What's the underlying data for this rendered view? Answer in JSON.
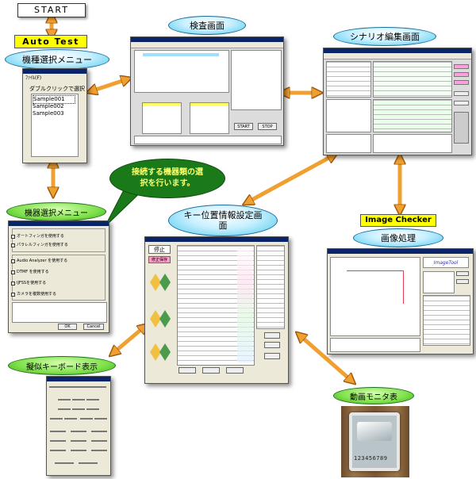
{
  "start_label": "START",
  "auto_test_label": "Auto Test",
  "model_menu_top_label": "機種選択メニュー",
  "inspection_label": "検査画面",
  "scenario_label": "シナリオ編集画面",
  "device_menu_label": "機器選択メニュー",
  "callout_text": "接続する機器類の選択を行います。",
  "key_pos_label": "キー位置情報設定画面",
  "image_checker_label": "Image Checker",
  "image_proc_label": "画像処理",
  "virtual_kbd_label": "擬似キーボード表示",
  "video_monitor_label": "動画モニタ表",
  "model_dialog": {
    "instruction": "ダブルクリックで選択",
    "items": [
      "Sample001",
      "Sample002",
      "Sample003"
    ]
  },
  "inspection_window": {
    "start_btn": "START",
    "stop_btn": "STOP"
  },
  "keypos_window": {
    "stop_btn": "停止",
    "save_btn": "修正保存"
  },
  "device_dialog": {
    "opt1": "オートフィンガを使用する",
    "opt2": "パラレルフィンガを使用する",
    "opt3": "Audio Analyzer を使用する",
    "opt4": "DTMF を使用する",
    "opt5": "IJFSSを使用する",
    "opt6": "カメラを複数使用する",
    "ok": "OK",
    "cancel": "Cancel"
  },
  "video_readout": "123456789",
  "colors": {
    "arrow": "#f0a030",
    "arrow_stroke": "#a05a10",
    "callout_fill": "#1a7a1a",
    "callout_text": "#ffff66",
    "oval_cyan": "#4fc9ec",
    "oval_green": "#5fcf3a",
    "auto_test_bg": "#ffff00"
  }
}
